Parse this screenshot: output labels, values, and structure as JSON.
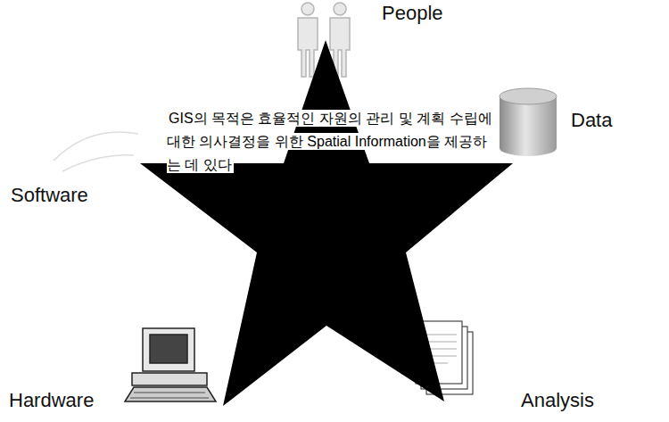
{
  "diagram": {
    "nodes": [
      {
        "text": [
          "GIS의 목적은 효율적인 자원의 관리 및 계획 수립에 대한 의사결정을 위한 Spatial Information을 제공하는 데 있다"
        ]
      }
    ],
    "labels": [
      "People",
      "Data",
      "Software",
      "Hardware",
      "Analysis"
    ]
  }
}
